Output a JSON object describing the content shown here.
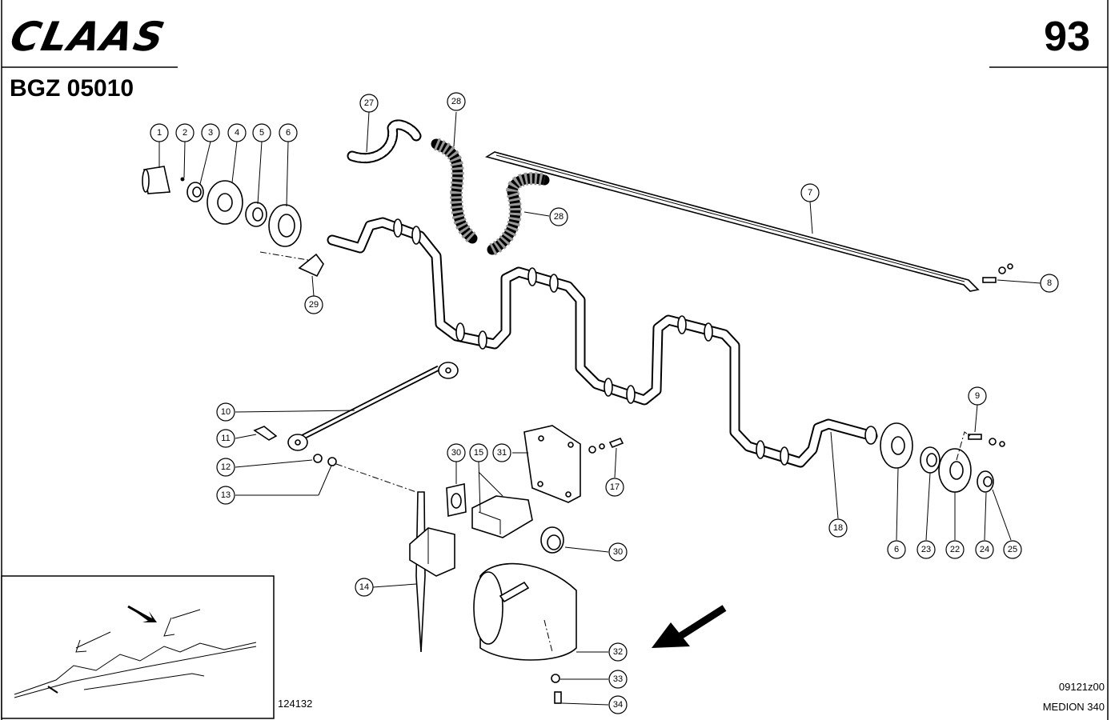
{
  "header": {
    "brand": "CLAAS",
    "page_number": "93",
    "doc_code": "BGZ 05010"
  },
  "footer": {
    "figure_number": "124132",
    "ref_code": "09121z00",
    "model": "MEDION 340"
  },
  "callouts": [
    "1",
    "2",
    "3",
    "4",
    "5",
    "6",
    "27",
    "28",
    "28",
    "7",
    "8",
    "29",
    "10",
    "11",
    "12",
    "13",
    "9",
    "30",
    "15",
    "31",
    "17",
    "30",
    "18",
    "6",
    "23",
    "22",
    "24",
    "25",
    "14",
    "32",
    "33",
    "34"
  ]
}
